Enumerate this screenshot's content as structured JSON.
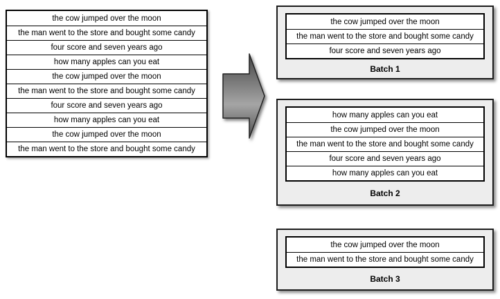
{
  "figure": {
    "left_table": {
      "rows": [
        "the cow jumped over the moon",
        "the man went to the store and bought some candy",
        "four score and seven years ago",
        "how many apples can you eat",
        "the cow jumped over the moon",
        "the man went to the store and bought some candy",
        "four score and seven years ago",
        "how many apples can you eat",
        "the cow jumped over the moon",
        "the man went to the store and bought some candy"
      ]
    },
    "arrow": {
      "direction": "right",
      "fill_top": "#454545",
      "fill_mid": "#a5a5a5",
      "fill_bottom": "#4f4f4f",
      "stroke": "#222222"
    },
    "batches": [
      {
        "label": "Batch 1",
        "rows": [
          "the cow jumped over the moon",
          "the man went to the store and bought some candy",
          "four score and seven years ago"
        ]
      },
      {
        "label": "Batch 2",
        "rows": [
          "how many apples can you eat",
          "the cow jumped over the moon",
          "the man went to the store and bought some candy",
          "four score and seven years ago",
          "how many apples can you eat"
        ]
      },
      {
        "label": "Batch 3",
        "rows": [
          "the cow jumped over the moon",
          "the man went to the store and bought some candy"
        ]
      }
    ],
    "colors": {
      "batch_box_bg": "#ededed",
      "row_bg": "#ffffff",
      "border": "#000000"
    }
  }
}
